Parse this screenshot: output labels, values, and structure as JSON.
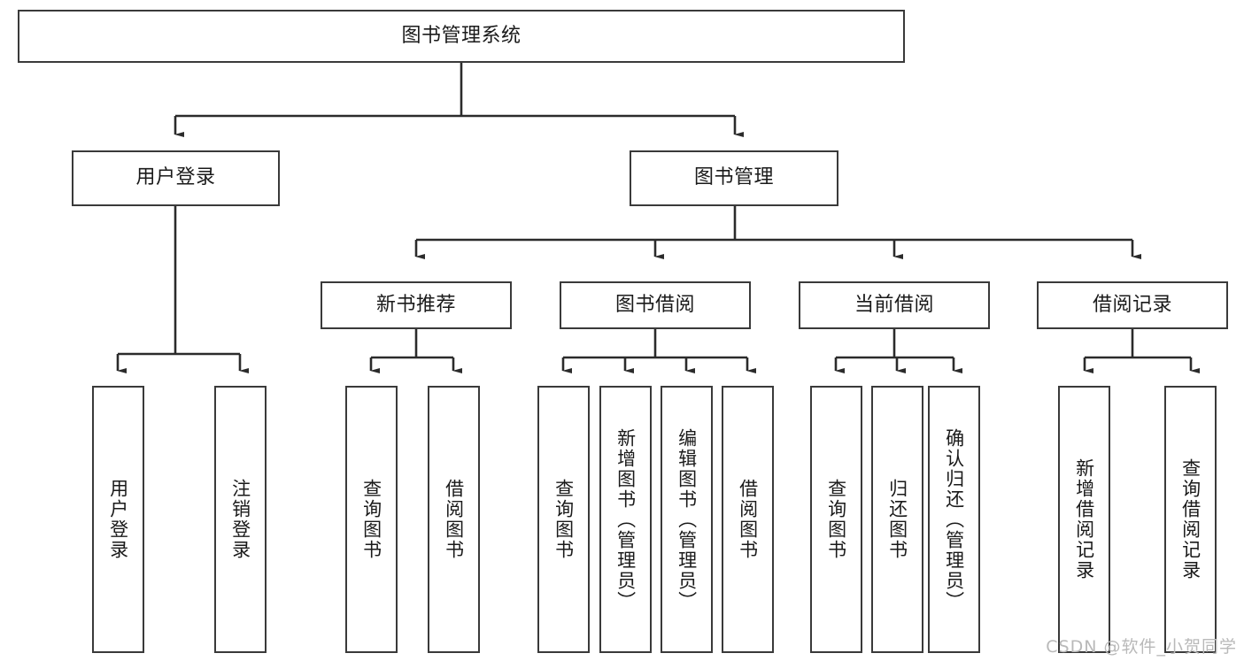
{
  "diagram": {
    "title": "图书管理系统",
    "type": "tree-hierarchy-diagram",
    "root": {
      "id": "root",
      "label": "图书管理系统",
      "orientation": "horizontal"
    },
    "level2": [
      {
        "id": "user-login",
        "label": "用户登录",
        "orientation": "horizontal"
      },
      {
        "id": "book-management",
        "label": "图书管理",
        "orientation": "horizontal"
      }
    ],
    "level3": [
      {
        "id": "new-book-recommend",
        "label": "新书推荐",
        "orientation": "horizontal",
        "parent": "book-management"
      },
      {
        "id": "book-borrow",
        "label": "图书借阅",
        "orientation": "horizontal",
        "parent": "book-management"
      },
      {
        "id": "current-borrow",
        "label": "当前借阅",
        "orientation": "horizontal",
        "parent": "book-management"
      },
      {
        "id": "borrow-record",
        "label": "借阅记录",
        "orientation": "horizontal",
        "parent": "book-management"
      }
    ],
    "leaves": [
      {
        "id": "leaf-user-login",
        "label": "用户登录",
        "parent": "user-login"
      },
      {
        "id": "leaf-logout-login",
        "label": "注销登录",
        "parent": "user-login"
      },
      {
        "id": "leaf-query-book-1",
        "label": "查询图书",
        "parent": "new-book-recommend"
      },
      {
        "id": "leaf-borrow-book-1",
        "label": "借阅图书",
        "parent": "new-book-recommend"
      },
      {
        "id": "leaf-query-book-2",
        "label": "查询图书",
        "parent": "book-borrow"
      },
      {
        "id": "leaf-add-book-admin",
        "label": "新增图书（管理员）",
        "parent": "book-borrow"
      },
      {
        "id": "leaf-edit-book-admin",
        "label": "编辑图书（管理员）",
        "parent": "book-borrow"
      },
      {
        "id": "leaf-borrow-book-2",
        "label": "借阅图书",
        "parent": "book-borrow"
      },
      {
        "id": "leaf-query-book-3",
        "label": "查询图书",
        "parent": "current-borrow"
      },
      {
        "id": "leaf-return-book",
        "label": "归还图书",
        "parent": "current-borrow"
      },
      {
        "id": "leaf-confirm-return-admin",
        "label": "确认归还（管理员）",
        "parent": "current-borrow"
      },
      {
        "id": "leaf-add-borrow-record",
        "label": "新增借阅记录",
        "parent": "borrow-record"
      },
      {
        "id": "leaf-query-borrow-record",
        "label": "查询借阅记录",
        "parent": "borrow-record"
      }
    ],
    "watermark": "CSDN @软件_小贺同学",
    "colors": {
      "stroke": "#3a3a3a",
      "background": "#ffffff",
      "text": "#1a1a1a",
      "watermark": "#b9b9b9"
    }
  }
}
